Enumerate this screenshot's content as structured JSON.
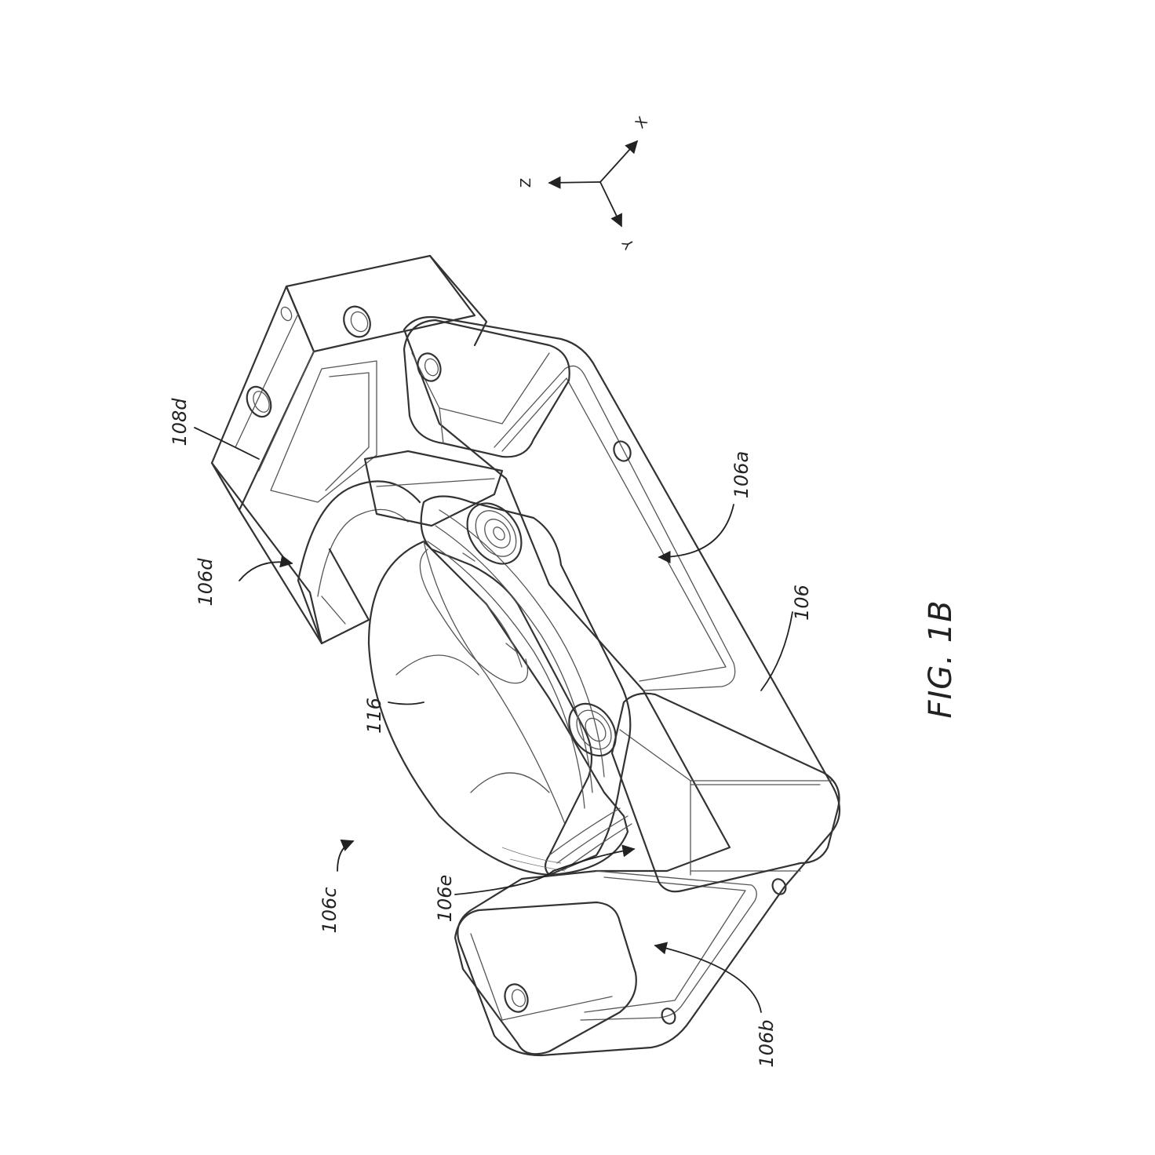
{
  "figure": {
    "caption": "FIG. 1B"
  },
  "axes": {
    "x": "X",
    "y": "Y",
    "z": "Z"
  },
  "reference_labels": {
    "r108d": "108d",
    "r106d": "106d",
    "r106a": "106a",
    "r106": "106",
    "r116": "116",
    "r106c": "106c",
    "r106e": "106e",
    "r106b": "106b"
  }
}
